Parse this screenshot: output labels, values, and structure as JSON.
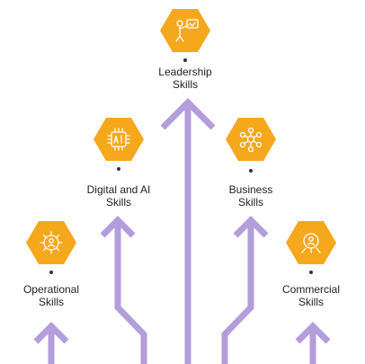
{
  "colors": {
    "arrow": "#b39ddb",
    "hexagon": "#f5a81c",
    "icon_stroke": "#ffffff",
    "dot": "#333333",
    "text": "#222222"
  },
  "skills": [
    {
      "line1": "Operational",
      "line2": "Skills",
      "icon": "gear-person-icon"
    },
    {
      "line1": "Digital and AI",
      "line2": "Skills",
      "icon": "ai-chip-icon"
    },
    {
      "line1": "Leadership",
      "line2": "Skills",
      "icon": "presenter-icon"
    },
    {
      "line1": "Business",
      "line2": "Skills",
      "icon": "network-people-icon"
    },
    {
      "line1": "Commercial",
      "line2": "Skills",
      "icon": "money-person-icon"
    }
  ]
}
